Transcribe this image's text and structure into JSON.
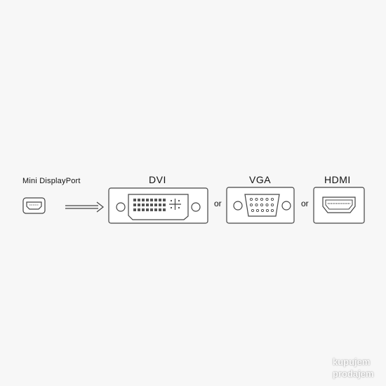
{
  "labels": {
    "mini_displayport": "Mini DisplayPort",
    "dvi": "DVI",
    "vga": "VGA",
    "hdmi": "HDMI",
    "or_1": "or",
    "or_2": "or"
  },
  "watermark": {
    "line1": "kupujem",
    "line2": "prodajem"
  },
  "colors": {
    "stroke": "#444444",
    "background": "#f7f7f7"
  }
}
